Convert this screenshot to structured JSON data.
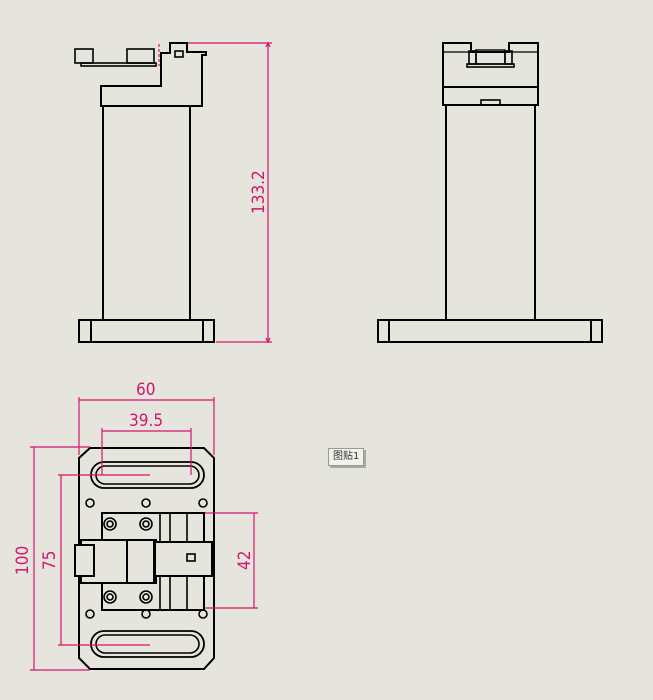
{
  "drawing": {
    "background": "#e6e5dd",
    "line_color": "#000000",
    "dimension_color": "#d4146e"
  },
  "views": {
    "front": {
      "name": "front-view"
    },
    "side": {
      "name": "side-view"
    },
    "top": {
      "name": "top-view"
    }
  },
  "dimensions": {
    "height_total": "133.2",
    "width_60": "60",
    "slot_39_5": "39.5",
    "length_100": "100",
    "slot_spacing_75": "75",
    "clamp_42": "42"
  },
  "note_label": "图贴1"
}
